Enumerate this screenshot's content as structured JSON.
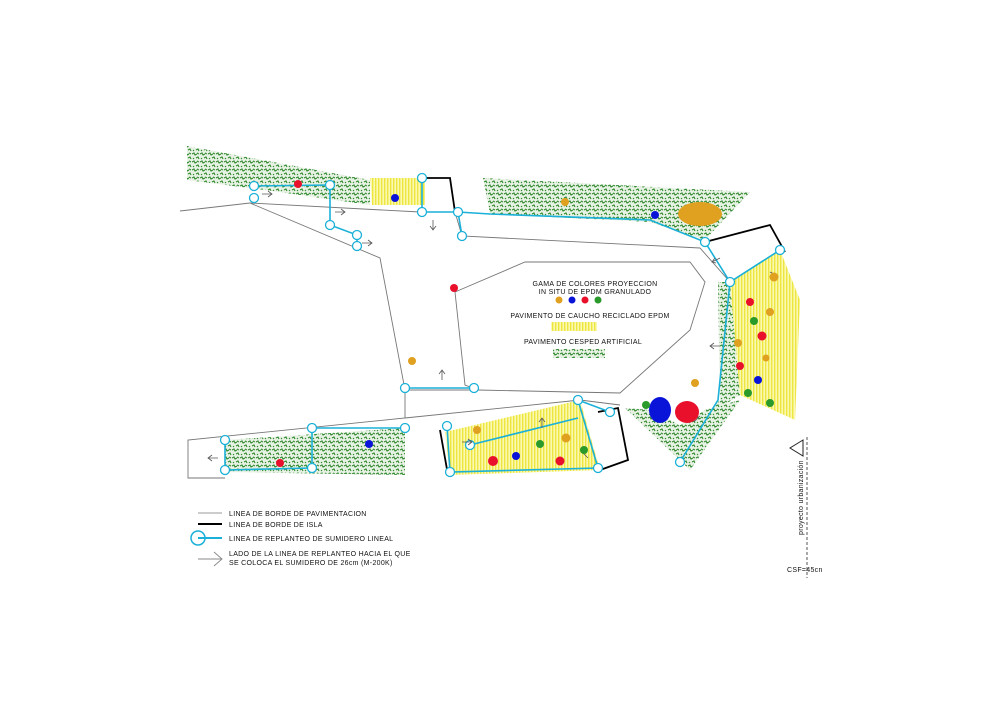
{
  "colors": {
    "orange": "#e0a020",
    "blue": "#0a14d8",
    "red": "#e8102a",
    "green": "#2a9a2a",
    "cyan": "#1ab0d8",
    "yellow": "#f2ee5a",
    "grass": "#3c8a3c"
  },
  "inner_legend": {
    "epdm_title_1": "GAMA DE COLORES PROYECCION",
    "epdm_title_2": "IN SITU DE EPDM GRANULADO",
    "caucho": "PAVIMENTO DE CAUCHO RECICLADO EPDM",
    "cesped": "PAVIMENTO CESPED ARTIFICIAL"
  },
  "legend": {
    "pavimentacion": "LINEA DE BORDE DE PAVIMENTACION",
    "isla": "LINEA DE BORDE DE ISLA",
    "sumidero": "LINEA DE REPLANTEO DE SUMIDERO LINEAL",
    "lado_1": "LADO DE LA LINEA DE REPLANTEO HACIA EL QUE",
    "lado_2": "SE COLOCA EL SUMIDERO DE 26cm (M-200K)"
  },
  "section": {
    "label": "proyecto urbanización",
    "csf": "CSF=45cn"
  }
}
